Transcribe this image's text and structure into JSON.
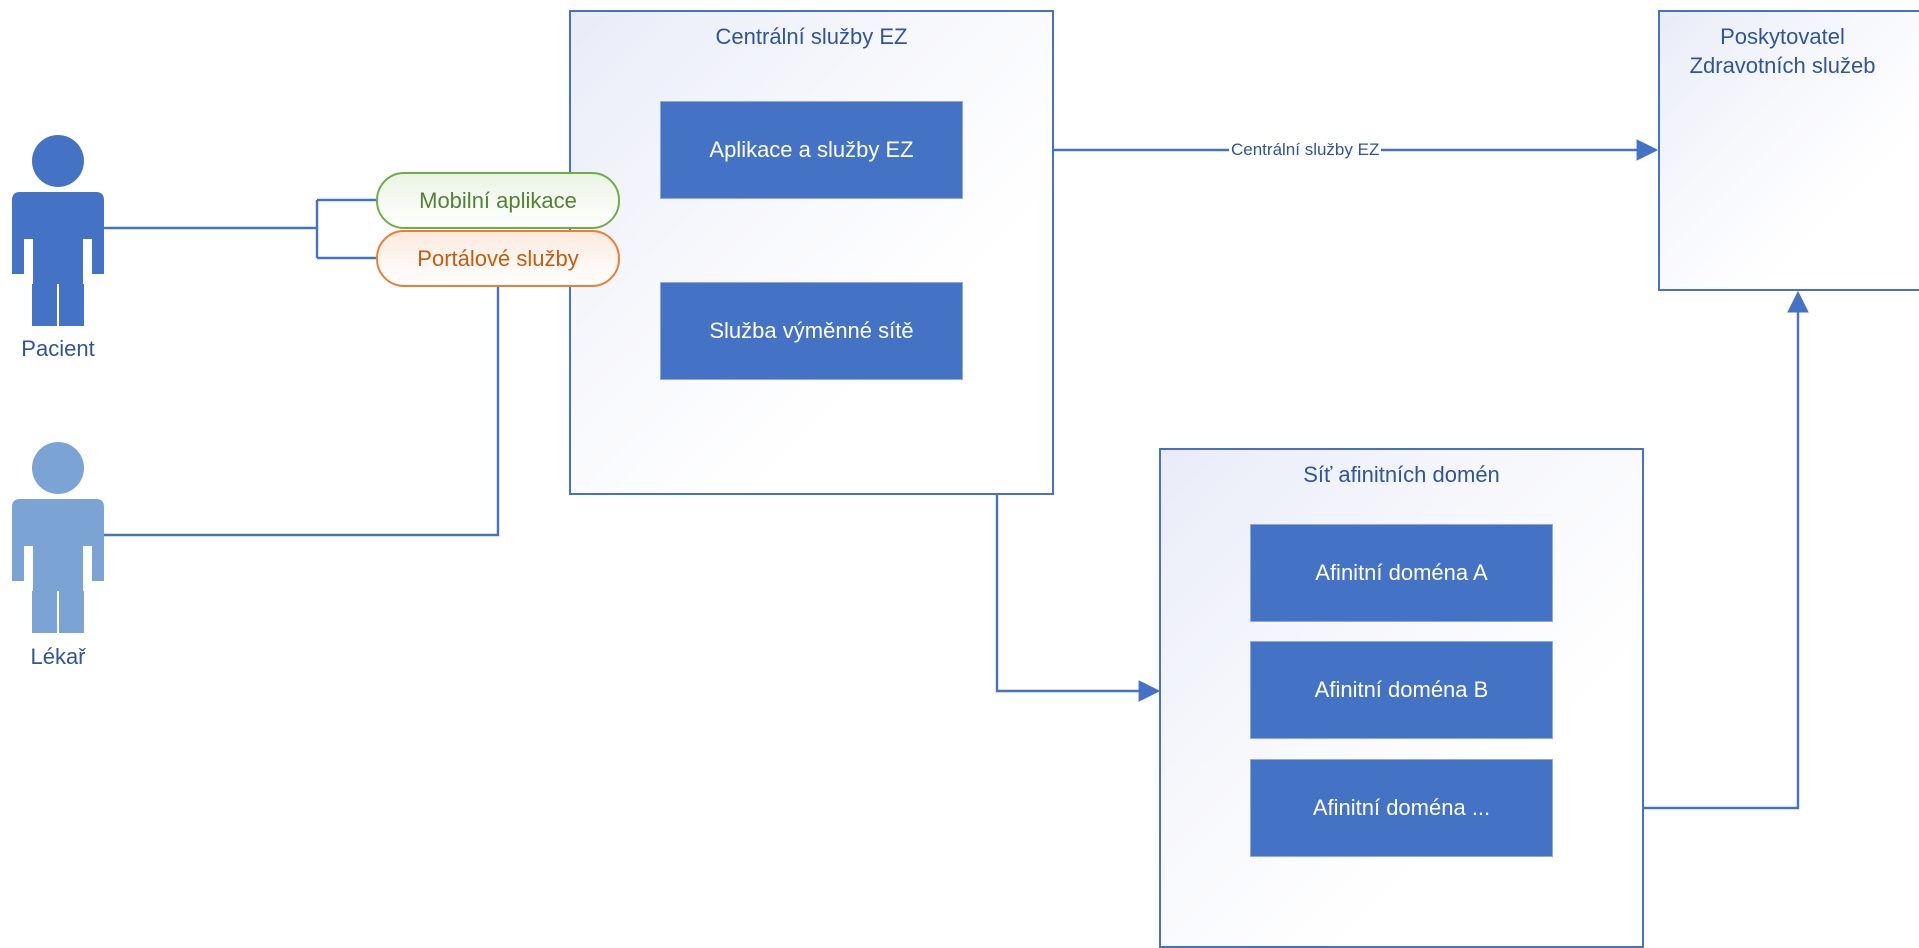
{
  "colors": {
    "accent": "#4472c4",
    "text_blue": "#2f5597",
    "patient_fill": "#4472c4",
    "doctor_fill": "#7ba3d3",
    "mobile_green": "#70ad47",
    "portal_orange": "#ed7d31"
  },
  "actors": {
    "patient": {
      "label": "Pacient",
      "icon": "person-icon"
    },
    "doctor": {
      "label": "Lékař",
      "icon": "person-icon"
    }
  },
  "channels": {
    "mobile": "Mobilní aplikace",
    "portal": "Portálové služby"
  },
  "central": {
    "title": "Centrální služby EZ",
    "apps": "Aplikace a služby EZ",
    "exchange": "Služba výměnné sítě"
  },
  "provider": {
    "title_line1": "Poskytovatel",
    "title_line2": "Zdravotních služeb"
  },
  "affinity": {
    "title": "Síť afinitních domén",
    "domains": [
      "Afinitní doména A",
      "Afinitní doména B",
      "Afinitní doména ..."
    ]
  },
  "edges": {
    "central_link_label": "Centrální služby EZ"
  }
}
